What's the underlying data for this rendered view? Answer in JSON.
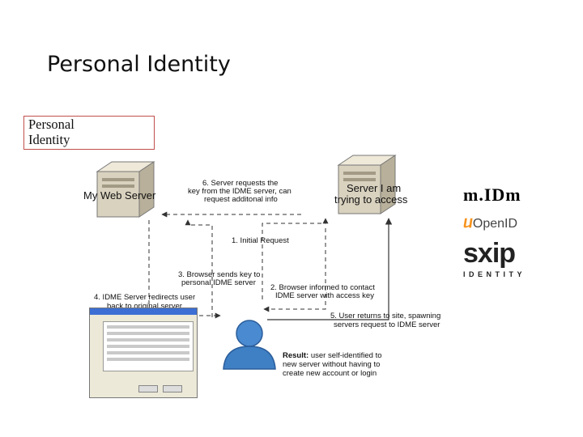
{
  "slide": {
    "title": "Personal Identity"
  },
  "tag": {
    "line1": "Personal",
    "line2": "Identity"
  },
  "nodes": {
    "web_server": "My Web Server",
    "target_server_1": "Server I am",
    "target_server_2": "trying to access"
  },
  "steps": {
    "s1": "1. Initial Request",
    "s2_1": "2. Browser informed to contact",
    "s2_2": "IDME server with access key",
    "s3_1": "3. Browser sends key to",
    "s3_2": "personal IDME server",
    "s4_1": "4. IDME Server redirects user",
    "s4_2": "back to original server",
    "s5_1": "5. User returns to site, spawning",
    "s5_2": "servers request to IDME server",
    "s6_1": "6. Server requests the",
    "s6_2": "key from the IDME server, can",
    "s6_3": "request additonal info"
  },
  "result": {
    "label": "Result:",
    "line1": " user self-identified to",
    "line2": "new server without having to",
    "line3": "create new account or login"
  },
  "logos": {
    "midm": "m.IDm",
    "openid": "OpenID",
    "sxip": "sxip",
    "sxip_sub": "IDENTITY"
  },
  "colors": {
    "arrow": "#333333",
    "server": "#d9d2bf",
    "user": "#3f7fc4",
    "tag_border": "#c0504d"
  }
}
